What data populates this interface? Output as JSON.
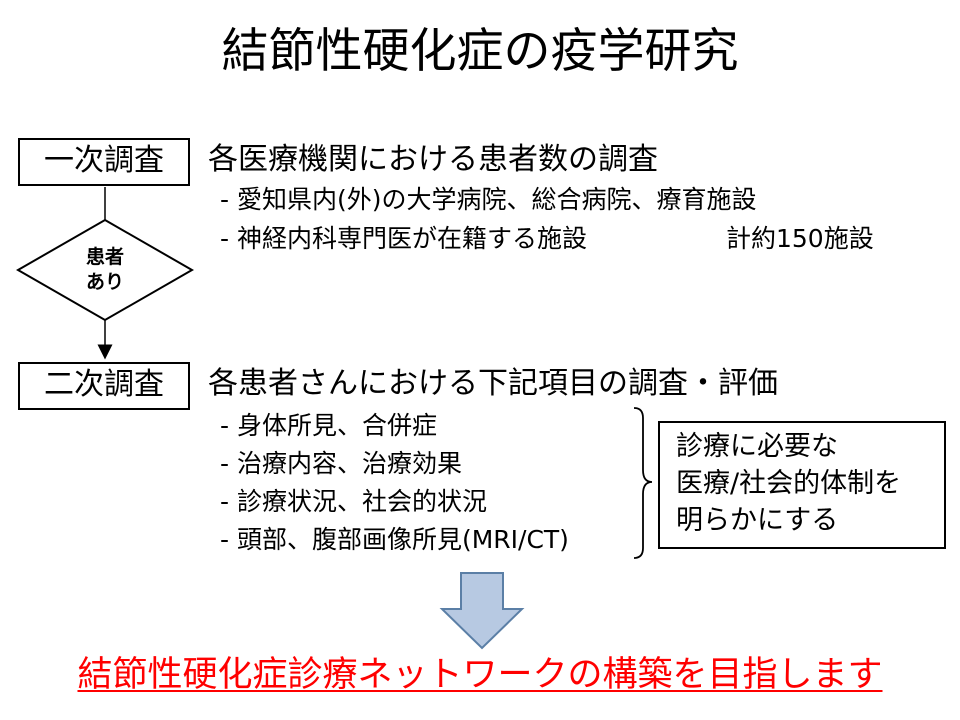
{
  "title": "結節性硬化症の疫学研究",
  "stage1": {
    "label": "一次調査",
    "heading": "各医療機関における患者数の調査",
    "bullets": [
      "- 愛知県内(外)の大学病院、総合病院、療育施設",
      "- 神経内科専門医が在籍する施設"
    ],
    "total": "計約150施設"
  },
  "decision": {
    "line1": "患者",
    "line2": "あり"
  },
  "stage2": {
    "label": "二次調査",
    "heading": "各患者さんにおける下記項目の調査・評価",
    "bullets": [
      "- 身体所見、合併症",
      "- 治療内容、治療効果",
      "- 診療状況、社会的状況",
      "- 頭部、腹部画像所見(MRI/CT)"
    ]
  },
  "goal": {
    "lines": [
      "診療に必要な",
      "医療/社会的体制を",
      "明らかにする"
    ]
  },
  "conclusion": "結節性硬化症診療ネットワークの構築を目指します",
  "colors": {
    "conclusion_text": "#ff0000",
    "arrow_fill": "#b7c9e2",
    "arrow_stroke": "#5b7fa6",
    "line": "#000000"
  }
}
